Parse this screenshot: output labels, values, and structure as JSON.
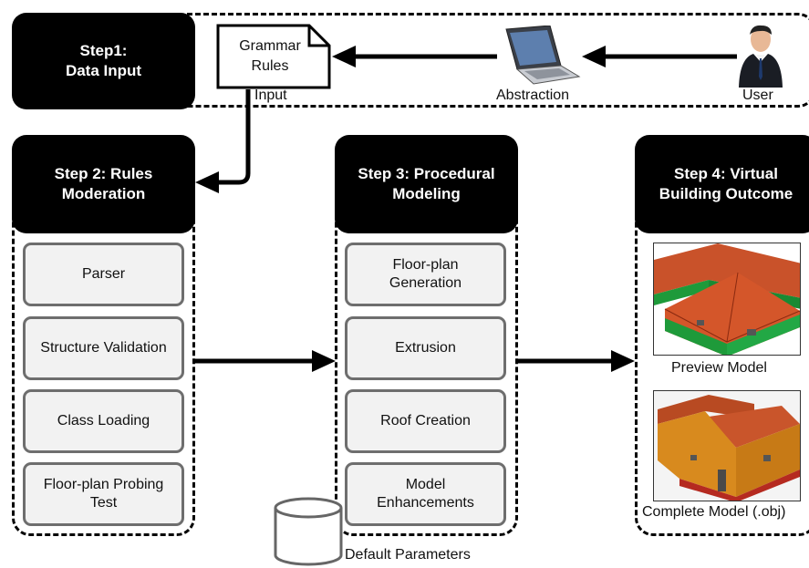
{
  "steps": {
    "step1": {
      "title": "Step1:\nData Input"
    },
    "step2": {
      "title": "Step 2: Rules\nModeration",
      "items": [
        "Parser",
        "Structure Validation",
        "Class Loading",
        "Floor-plan Probing\nTest"
      ]
    },
    "step3": {
      "title": "Step 3: Procedural\nModeling",
      "items": [
        "Floor-plan\nGeneration",
        "Extrusion",
        "Roof Creation",
        "Model\nEnhancements"
      ]
    },
    "step4": {
      "title": "Step 4: Virtual\nBuilding Outcome"
    }
  },
  "input_row": {
    "document_label": "Grammar\nRules",
    "input_caption": "Input",
    "abstraction_caption": "Abstraction",
    "user_caption": "User"
  },
  "outputs": {
    "preview_caption": "Preview Model",
    "complete_caption": "Complete Model (.obj)"
  },
  "database_caption": "Default Parameters",
  "colors": {
    "roof": "#d4562a",
    "walls_green": "#1e9a3a",
    "walls_orange": "#d88a1e",
    "item_border": "#6e6e6e",
    "item_fill": "#f2f2f2"
  }
}
